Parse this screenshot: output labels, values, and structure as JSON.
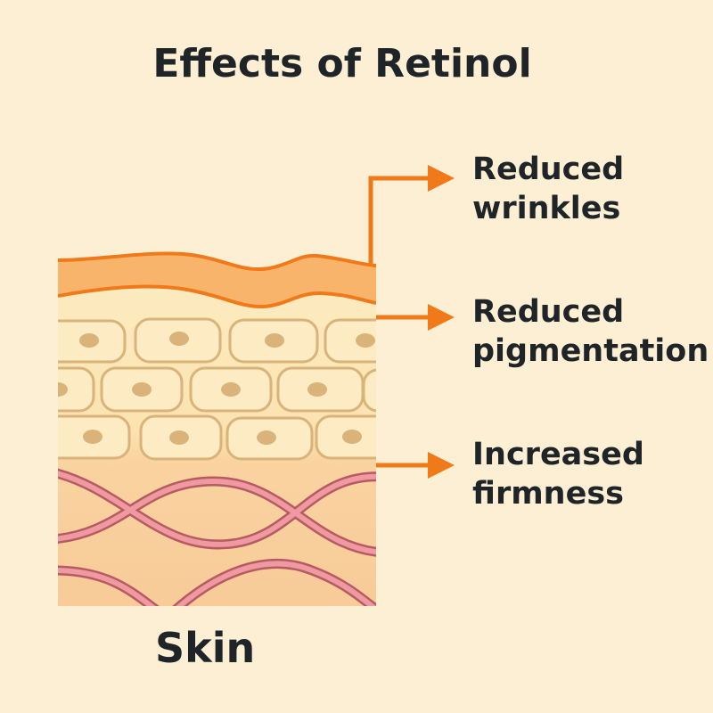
{
  "title": "Effects of Retinol",
  "effects": [
    {
      "line1": "Reduced",
      "line2": "wrinkles"
    },
    {
      "line1": "Reduced",
      "line2": "pigmentation"
    },
    {
      "line1": "Increased",
      "line2": "firmness"
    }
  ],
  "skin_label": "Skin",
  "colors": {
    "background": "#fdefd3",
    "arrow": "#f07a1a",
    "stratum": "#f8b46a",
    "epidermis": "#fbe6b8",
    "dermis": "#f8cf9c",
    "fiber": "#e98a92",
    "cell_outline": "#d9b37a"
  }
}
